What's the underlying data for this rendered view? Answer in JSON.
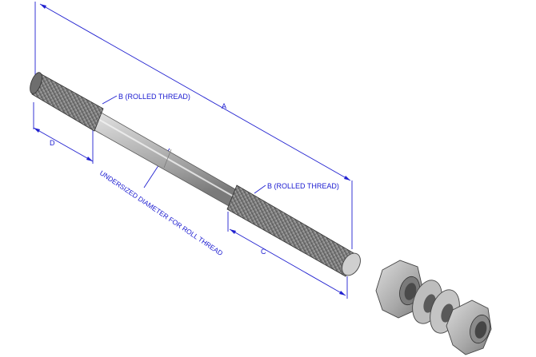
{
  "labels": {
    "a": "A",
    "b_top": "B (ROLLED THREAD)",
    "b_bottom": "B (ROLLED THREAD)",
    "c": "C",
    "d": "D",
    "undersized": "UNDERSIZED DIAMETER FOR ROLL THREAD"
  },
  "colors": {
    "dimension_line": "#2020d0",
    "label_text": "#1a1ad0",
    "rod_body": "#b9b9b9",
    "thread": "#8a8a8a"
  },
  "parts": [
    "threaded-rod",
    "hex-nut",
    "flat-washer",
    "flat-washer",
    "hex-nut"
  ]
}
